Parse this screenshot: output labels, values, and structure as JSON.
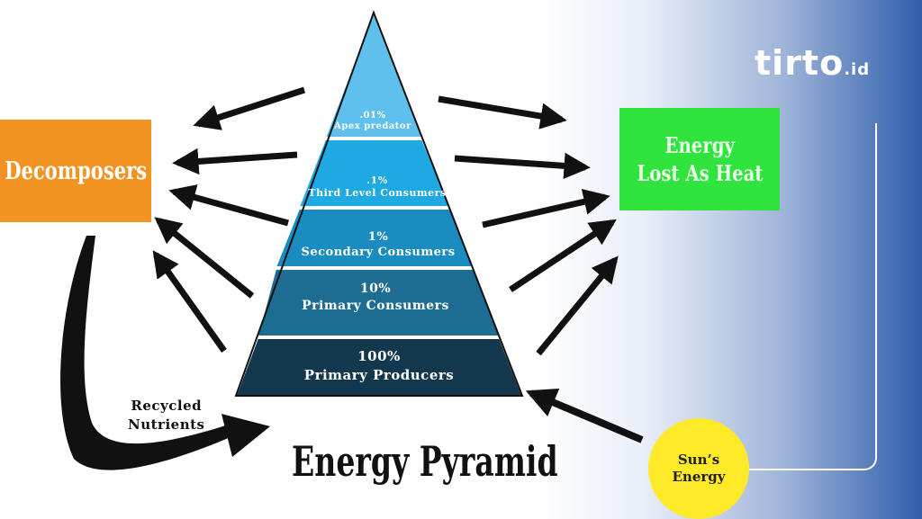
{
  "logo": {
    "name": "tirto",
    "suffix": ".id"
  },
  "title": "Energy Pyramid",
  "decomposers": "Decomposers",
  "heat": {
    "line1": "Energy",
    "line2": "Lost As Heat"
  },
  "sun": {
    "line1": "Sun’s",
    "line2": "Energy"
  },
  "recycled": {
    "line1": "Recycled",
    "line2": "Nutrients"
  },
  "levels": [
    {
      "percent": ".01%",
      "label": "Apex predator",
      "color": "#5fc0ee"
    },
    {
      "percent": ".1%",
      "label": "Third Level Consumers",
      "color": "#1fa9e2"
    },
    {
      "percent": "1%",
      "label": "Secondary Consumers",
      "color": "#1a8cc0"
    },
    {
      "percent": "10%",
      "label": "Primary Consumers",
      "color": "#1d6c92"
    },
    {
      "percent": "100%",
      "label": "Primary Producers",
      "color": "#13384d"
    }
  ],
  "colors": {
    "decomposers": "#f39321",
    "heat": "#2fe53d",
    "sun": "#ffea2a",
    "arrow": "#111111"
  }
}
